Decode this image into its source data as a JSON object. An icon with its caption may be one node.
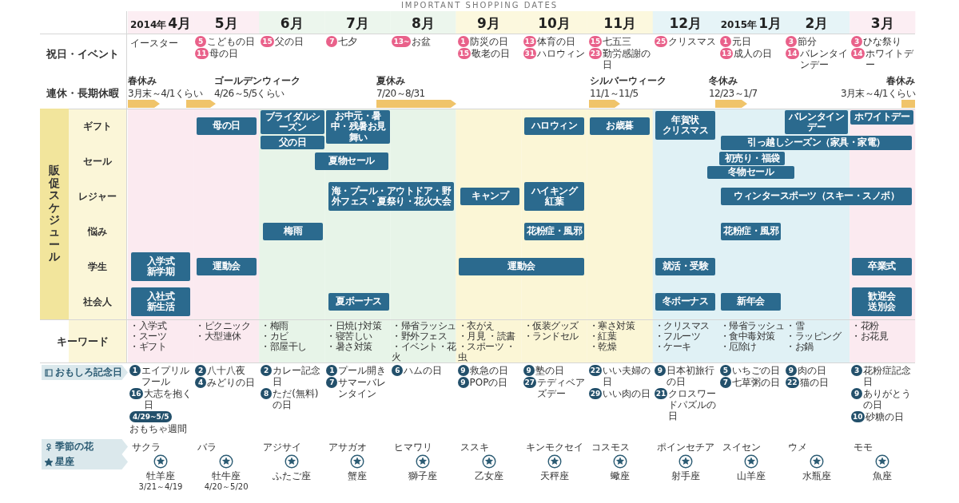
{
  "diagram": {
    "title": "IMPORTANT SHOPPING DATES",
    "nodes": [
      {
        "text": [
          "5"
        ],
        "beside": [
          "こどもの日"
        ]
      },
      {
        "text": [
          "11"
        ],
        "beside": [
          "母の日"
        ]
      },
      {
        "text": [
          "15"
        ],
        "beside": [
          "父の日"
        ]
      },
      {
        "text": [
          "7"
        ],
        "beside": [
          "七夕"
        ]
      },
      {
        "text": [
          "13~"
        ],
        "beside": [
          "お盆"
        ]
      },
      {
        "text": [
          "1"
        ],
        "beside": [
          "防災の日"
        ]
      },
      {
        "text": [
          "15"
        ],
        "beside": [
          "敬老の日"
        ]
      },
      {
        "text": [
          "13"
        ],
        "beside": [
          "体育の日"
        ]
      },
      {
        "text": [
          "31"
        ],
        "beside": [
          "ハロウィン"
        ]
      },
      {
        "text": [
          "15"
        ],
        "beside": [
          "七五三"
        ]
      },
      {
        "text": [
          "23"
        ],
        "beside": [
          "勤労感謝の日"
        ]
      },
      {
        "text": [
          "25"
        ],
        "beside": [
          "クリスマス"
        ]
      },
      {
        "text": [
          "1"
        ],
        "beside": [
          "元日"
        ]
      },
      {
        "text": [
          "13"
        ],
        "beside": [
          "成人の日"
        ]
      },
      {
        "text": [
          "3"
        ],
        "beside": [
          "節分"
        ]
      },
      {
        "text": [
          "14"
        ],
        "beside": [
          "バレンタインデー"
        ]
      },
      {
        "text": [
          "3"
        ],
        "beside": [
          "ひな祭り"
        ]
      },
      {
        "text": [
          "14"
        ],
        "beside": [
          "ホワイトデー"
        ]
      },
      {
        "text": [],
        "shape": "arrow",
        "beside": [
          "春休み",
          "3月末～4/1くらい"
        ]
      },
      {
        "text": [],
        "shape": "arrow",
        "beside": [
          "ゴールデンウィーク",
          "4/26～5/5くらい"
        ]
      },
      {
        "text": [],
        "shape": "arrow",
        "beside": [
          "夏休み",
          "7/20～8/31"
        ]
      },
      {
        "text": [],
        "shape": "arrow",
        "beside": [
          "シルバーウィーク",
          "11/1～11/5"
        ]
      },
      {
        "text": [],
        "shape": "arrow",
        "beside": [
          "冬休み",
          "12/23～1/7"
        ]
      },
      {
        "text": [],
        "shape": "bar",
        "beside": [
          "春休み",
          "3月末～4/1くらい"
        ]
      },
      {
        "text": [
          "販促スケジュール"
        ]
      },
      {
        "text": [
          "母の日"
        ]
      },
      {
        "text": [
          "ブライダルシーズン"
        ]
      },
      {
        "text": [
          "父の日"
        ]
      },
      {
        "text": [
          "お中元・暑中・残暑お見舞い"
        ]
      },
      {
        "text": [
          "ハロウィン"
        ]
      },
      {
        "text": [
          "お歳暮"
        ]
      },
      {
        "text": [
          "年賀状",
          "クリスマス"
        ]
      },
      {
        "text": [
          "バレンタインデー"
        ]
      },
      {
        "text": [
          "ホワイトデー"
        ]
      },
      {
        "text": [
          "引っ越しシーズン（家具・家電）"
        ]
      },
      {
        "text": [
          "夏物セール"
        ]
      },
      {
        "text": [
          "初売り・福袋"
        ]
      },
      {
        "text": [
          "冬物セール"
        ]
      },
      {
        "text": [
          "海・プール・アウトドア・野外フェス・夏祭り・花火大会"
        ]
      },
      {
        "text": [
          "キャンプ"
        ]
      },
      {
        "text": [
          "ハイキング",
          "紅葉"
        ]
      },
      {
        "text": [
          "ウィンタースポーツ（スキー・スノボ）"
        ]
      },
      {
        "text": [
          "梅雨"
        ]
      },
      {
        "text": [
          "花粉症・風邪"
        ]
      },
      {
        "text": [
          "花粉症・風邪"
        ]
      },
      {
        "text": [
          "入学式",
          "新学期"
        ]
      },
      {
        "text": [
          "運動会"
        ]
      },
      {
        "text": [
          "運動会"
        ]
      },
      {
        "text": [
          "就活・受験"
        ]
      },
      {
        "text": [
          "卒業式"
        ]
      },
      {
        "text": [
          "入社式",
          "新生活"
        ]
      },
      {
        "text": [
          "夏ボーナス"
        ]
      },
      {
        "text": [
          "冬ボーナス"
        ]
      },
      {
        "text": [
          "新年会"
        ]
      },
      {
        "text": [
          "歓迎会",
          "送別会"
        ]
      },
      {
        "text": [
          "おもしろ記念日"
        ]
      },
      {
        "text": [
          "1"
        ],
        "beside": [
          "エイプリルフール"
        ]
      },
      {
        "text": [
          "16"
        ],
        "beside": [
          "大志を抱く日"
        ]
      },
      {
        "text": [
          "4/29~5/5"
        ],
        "beside": [
          "おもちゃ週間"
        ]
      },
      {
        "text": [
          "2"
        ],
        "beside": [
          "八十八夜"
        ]
      },
      {
        "text": [
          "4"
        ],
        "beside": [
          "みどりの日"
        ]
      },
      {
        "text": [
          "2"
        ],
        "beside": [
          "カレー記念日"
        ]
      },
      {
        "text": [
          "8"
        ],
        "beside": [
          "ただ(無料)の日"
        ]
      },
      {
        "text": [
          "1"
        ],
        "beside": [
          "プール開き"
        ]
      },
      {
        "text": [
          "7"
        ],
        "beside": [
          "サマーバレンタイン"
        ]
      },
      {
        "text": [
          "6"
        ],
        "beside": [
          "ハムの日"
        ]
      },
      {
        "text": [
          "9"
        ],
        "beside": [
          "救急の日"
        ]
      },
      {
        "text": [
          "9"
        ],
        "beside": [
          "POPの日"
        ]
      },
      {
        "text": [
          "9"
        ],
        "beside": [
          "塾の日"
        ]
      },
      {
        "text": [
          "27"
        ],
        "beside": [
          "テディベアズデー"
        ]
      },
      {
        "text": [
          "22"
        ],
        "beside": [
          "いい夫婦の日"
        ]
      },
      {
        "text": [
          "29"
        ],
        "beside": [
          "いい肉の日"
        ]
      },
      {
        "text": [
          "9"
        ],
        "beside": [
          "日本初旅行の日"
        ]
      },
      {
        "text": [
          "21"
        ],
        "beside": [
          "クロスワードパズルの日"
        ]
      },
      {
        "text": [
          "5"
        ],
        "beside": [
          "いちごの日"
        ]
      },
      {
        "text": [
          "7"
        ],
        "beside": [
          "七草粥の日"
        ]
      },
      {
        "text": [
          "9"
        ],
        "beside": [
          "肉の日"
        ]
      },
      {
        "text": [
          "22"
        ],
        "beside": [
          "猫の日"
        ]
      },
      {
        "text": [
          "3"
        ],
        "beside": [
          "花粉症記念日"
        ]
      },
      {
        "text": [
          "9"
        ],
        "beside": [
          "ありがとうの日"
        ]
      },
      {
        "text": [
          "10"
        ],
        "beside": [
          "砂糖の日"
        ]
      },
      {
        "text": [
          "季節の花"
        ]
      },
      {
        "text": [
          "星座"
        ]
      }
    ],
    "labels": [
      "2014年",
      "4月",
      "5月",
      "6月",
      "7月",
      "8月",
      "9月",
      "10月",
      "11月",
      "12月",
      "2015年",
      "1月",
      "2月",
      "3月",
      "祝日・イベント",
      "イースター",
      "連休・長期休暇",
      "ギフト",
      "セール",
      "レジャー",
      "悩み",
      "学生",
      "社会人",
      "キーワード",
      "・入学式",
      "・スーツ",
      "・ギフト",
      "・ピクニック",
      "・大型連休",
      "・梅雨",
      "・カビ",
      "・部屋干し",
      "・日焼け対策",
      "・寝苦しい",
      "・暑さ対策",
      "・帰省ラッシュ",
      "・野外フェス",
      "・イベント・花火",
      "・衣がえ",
      "・月見 ・読書",
      "・スポーツ ・虫",
      "・仮装グッズ",
      "・ランドセル",
      "・寒さ対策",
      "・紅葉",
      "・乾燥",
      "・クリスマス",
      "・フルーツ",
      "・ケーキ",
      "・帰省ラッシュ",
      "・食中毒対策",
      "・厄除け",
      "・雪",
      "・ラッピング",
      "・お鍋",
      "・花粉",
      "・お花見",
      "サクラ",
      "バラ",
      "アジサイ",
      "アサガオ",
      "ヒマワリ",
      "ススキ",
      "キンモクセイ",
      "コスモス",
      "ポインセチア",
      "スイセン",
      "ウメ",
      "モモ",
      "牡羊座",
      "牡牛座",
      "ふたご座",
      "蟹座",
      "獅子座",
      "乙女座",
      "天秤座",
      "蠍座",
      "射手座",
      "山羊座",
      "水瓶座",
      "魚座",
      "3/21～4/19",
      "4/20～5/20"
    ]
  }
}
